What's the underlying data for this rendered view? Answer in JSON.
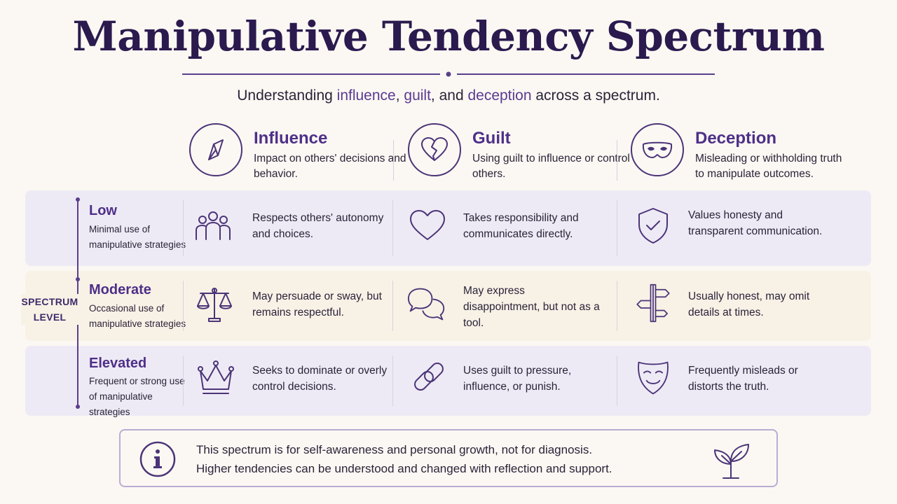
{
  "title": "Manipulative Tendency Spectrum",
  "subtitle": {
    "part1": "Understanding ",
    "influence": "influence",
    "comma1": ", ",
    "guilt": "guilt",
    "part2": ", and ",
    "deception": "deception",
    "part3": " across a spectrum."
  },
  "columns": [
    {
      "title": "Influence",
      "desc": "Impact on others' decisions and behavior.",
      "icon": "compass-icon"
    },
    {
      "title": "Guilt",
      "desc": "Using guilt to influence or control others.",
      "icon": "broken-heart-icon"
    },
    {
      "title": "Deception",
      "desc": "Misleading or withholding truth to manipulate outcomes.",
      "icon": "mask-icon"
    }
  ],
  "spectrum_label": [
    "SPECTRUM",
    "LEVEL"
  ],
  "levels": [
    {
      "title": "Low",
      "desc": "Minimal use of manipulative strategies",
      "cells": [
        {
          "icon": "people-icon",
          "text": "Respects others' autonomy and choices."
        },
        {
          "icon": "heart-icon",
          "text": "Takes responsibility and communicates directly."
        },
        {
          "icon": "shield-check-icon",
          "text": "Values honesty and transparent communication."
        }
      ]
    },
    {
      "title": "Moderate",
      "desc": "Occasional use of manipulative strategies",
      "cells": [
        {
          "icon": "scales-icon",
          "text": "May persuade or sway, but remains respectful."
        },
        {
          "icon": "speech-bubbles-icon",
          "text": "May express disappointment, but not as a tool."
        },
        {
          "icon": "signpost-icon",
          "text": "Usually honest, may omit details at times."
        }
      ]
    },
    {
      "title": "Elevated",
      "desc": "Frequent or strong use of manipulative strategies",
      "cells": [
        {
          "icon": "crown-icon",
          "text": "Seeks to dominate or overly control decisions."
        },
        {
          "icon": "chain-link-icon",
          "text": "Uses guilt to pressure, influence, or punish."
        },
        {
          "icon": "theater-mask-icon",
          "text": "Frequently misleads or distorts the truth."
        }
      ]
    }
  ],
  "note": {
    "line1": "This spectrum is for self-awareness and personal growth, not for diagnosis.",
    "line2": "Higher tendencies can be understood and changed with reflection and support."
  },
  "colors": {
    "accent": "#4e2f88",
    "title": "#2a1a4e",
    "row_lavender": "#eeeaf5",
    "row_cream": "#f8f1e6"
  }
}
